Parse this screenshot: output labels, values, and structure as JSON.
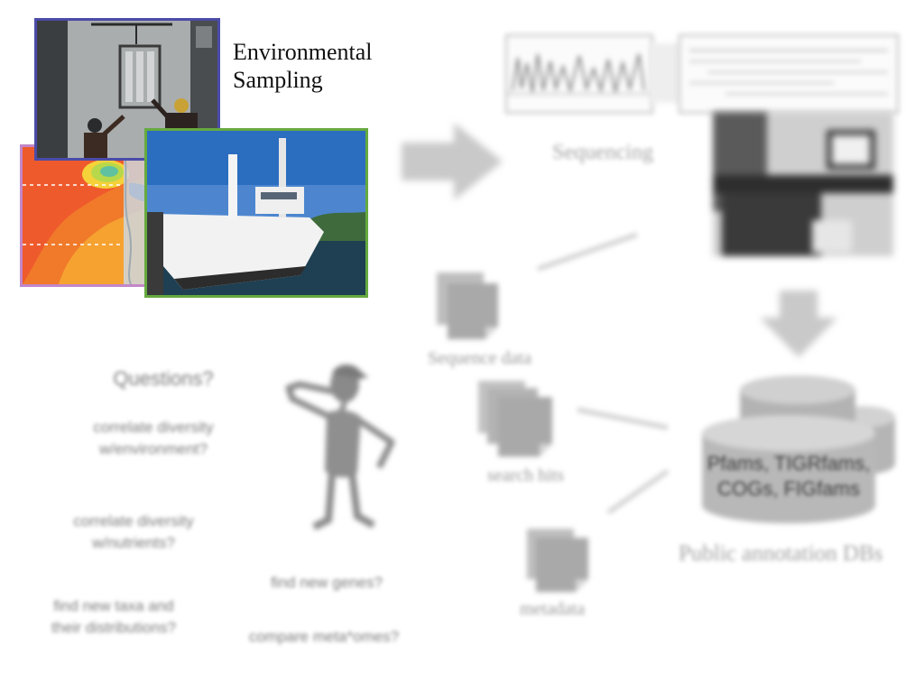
{
  "title": {
    "line1": "Environmental",
    "line2": "Sampling"
  },
  "labels": {
    "sequencing": "Sequencing",
    "sequence_data": "Sequence data",
    "search_hits": "search hits",
    "metadata": "metadata",
    "public_dbs": "Public annotation DBs"
  },
  "db": {
    "line1": "Pfams, TIGRfams,",
    "line2": "COGs, FIGfams"
  },
  "questions": {
    "header": "Questions?",
    "q1_l1": "correlate diversity",
    "q1_l2": "w/environment?",
    "q2_l1": "correlate diversity",
    "q2_l2": "w/nutrients?",
    "q3_l1": "find new taxa and",
    "q3_l2": "their distributions?",
    "q4": "find new genes?",
    "q5": "compare meta*omes?"
  },
  "colors": {
    "photo1_border": "#4b4ba8",
    "photo2_border": "#c287c8",
    "photo3_border": "#66aa3f",
    "arrow": "#c9c9c9",
    "doc": "#a9a9a9"
  },
  "icons": [
    "ctd-rosette-photo",
    "ocean-contour-map",
    "research-vessel-photo",
    "sequencer-trace-icon",
    "lab-computer-photo",
    "thinking-figure-icon",
    "document-stack-icon",
    "database-cylinder-icon",
    "arrow-right-icon",
    "arrow-down-icon"
  ]
}
